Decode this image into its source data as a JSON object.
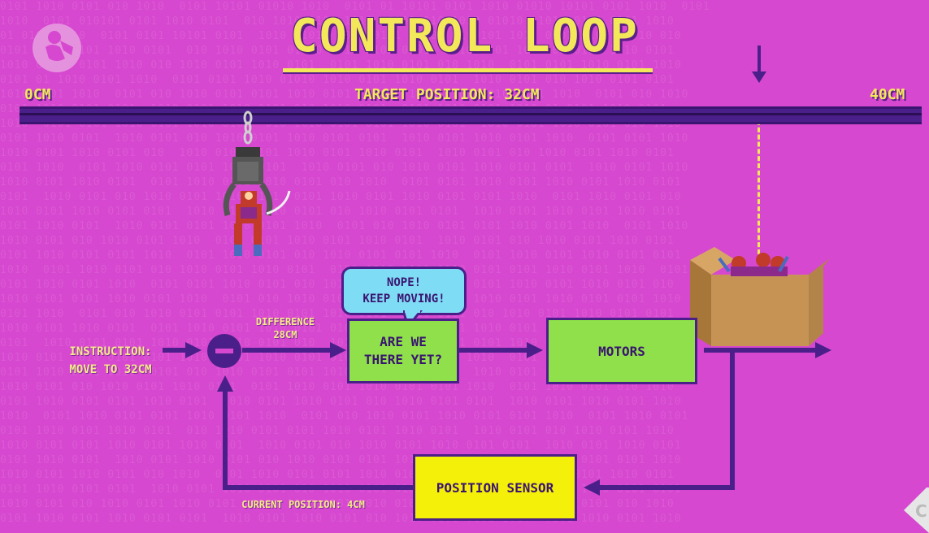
{
  "title": "CONTROL LOOP",
  "scale": {
    "start_label": "0CM",
    "end_label": "40CM",
    "target_label": "TARGET POSITION: 32CM"
  },
  "instruction": {
    "line1": "INSTRUCTION:",
    "line2": "MOVE TO 32CM"
  },
  "difference": {
    "line1": "DIFFERENCE",
    "line2": "28CM"
  },
  "speech": {
    "line1": "NOPE!",
    "line2": "KEEP MOVING!"
  },
  "boxes": {
    "check": {
      "line1": "ARE WE",
      "line2": "THERE YET?"
    },
    "motors": "MOTORS",
    "sensor": "POSITION SENSOR"
  },
  "current_position": "CURRENT POSITION: 4CM",
  "colors": {
    "background": "#d648cf",
    "rail": "#4b1f8a",
    "title": "#f3e85a",
    "box_green": "#8fe04a",
    "box_yellow": "#f5f00a",
    "bubble": "#7fdcf5"
  }
}
